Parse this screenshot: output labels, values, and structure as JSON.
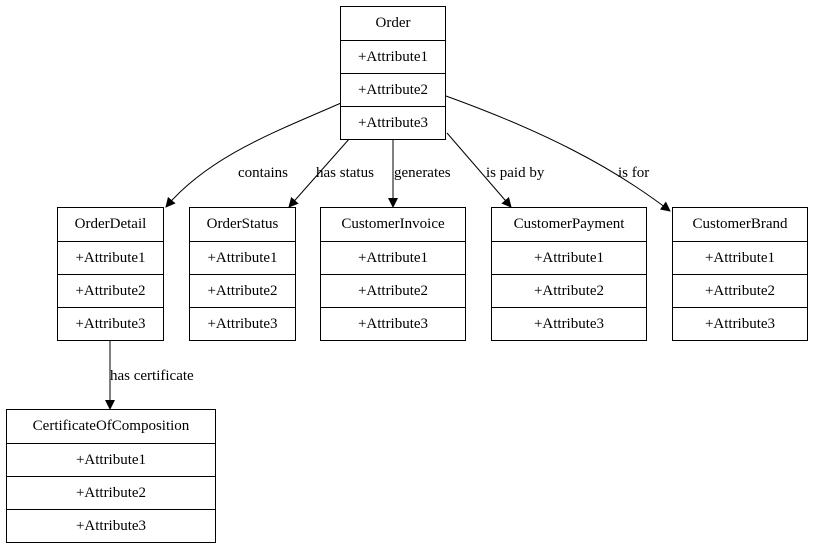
{
  "classes": {
    "order": {
      "name": "Order",
      "attributes": [
        "+Attribute1",
        "+Attribute2",
        "+Attribute3"
      ]
    },
    "order_detail": {
      "name": "OrderDetail",
      "attributes": [
        "+Attribute1",
        "+Attribute2",
        "+Attribute3"
      ]
    },
    "order_status": {
      "name": "OrderStatus",
      "attributes": [
        "+Attribute1",
        "+Attribute2",
        "+Attribute3"
      ]
    },
    "customer_invoice": {
      "name": "CustomerInvoice",
      "attributes": [
        "+Attribute1",
        "+Attribute2",
        "+Attribute3"
      ]
    },
    "customer_payment": {
      "name": "CustomerPayment",
      "attributes": [
        "+Attribute1",
        "+Attribute2",
        "+Attribute3"
      ]
    },
    "customer_brand": {
      "name": "CustomerBrand",
      "attributes": [
        "+Attribute1",
        "+Attribute2",
        "+Attribute3"
      ]
    },
    "certificate_of_composition": {
      "name": "CertificateOfComposition",
      "attributes": [
        "+Attribute1",
        "+Attribute2",
        "+Attribute3"
      ]
    }
  },
  "relations": {
    "contains": {
      "from": "Order",
      "to": "OrderDetail",
      "label": "contains"
    },
    "has_status": {
      "from": "Order",
      "to": "OrderStatus",
      "label": "has status"
    },
    "generates": {
      "from": "Order",
      "to": "CustomerInvoice",
      "label": "generates"
    },
    "is_paid_by": {
      "from": "Order",
      "to": "CustomerPayment",
      "label": "is paid by"
    },
    "is_for": {
      "from": "Order",
      "to": "CustomerBrand",
      "label": "is for"
    },
    "has_certificate": {
      "from": "OrderDetail",
      "to": "CertificateOfComposition",
      "label": "has certificate"
    }
  }
}
